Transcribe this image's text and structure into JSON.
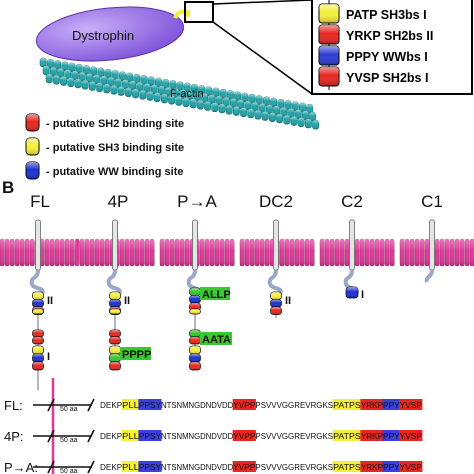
{
  "top": {
    "dystrophin_label": "Dystrophin",
    "factin_label": "F-actin",
    "inset_rows": [
      {
        "text": "PATP SH3bs I",
        "color": "#f5ef3a"
      },
      {
        "text": "YRKP SH2bs II",
        "color": "#e8261f"
      },
      {
        "text": "PPPY WWbs I",
        "color": "#2a3bd6"
      },
      {
        "text": "YVSP SH2bs I",
        "color": "#e8261f"
      }
    ]
  },
  "legend": [
    {
      "text": "- putative SH2 binding site",
      "color": "#e8261f"
    },
    {
      "text": "- putative SH3 binding site",
      "color": "#f5ef3a"
    },
    {
      "text": "- putative WW binding site",
      "color": "#1d2fd0"
    }
  ],
  "panel_b": {
    "letter": "B",
    "constructs": [
      "FL",
      "4P",
      "P→A",
      "DC2",
      "C2",
      "C1"
    ],
    "annotations": {
      "fl_top": "II",
      "fl_bottom": "I",
      "p4_top": "II",
      "p4_bottom": "PPPP",
      "pa_top": "ALLP",
      "pa_bottom": "AATA",
      "dc2_top": "II",
      "c2_top": "I"
    }
  },
  "sequences": {
    "rows": [
      {
        "label": "FL:",
        "skip": "50 aa"
      },
      {
        "label": "4P:",
        "skip": "50 aa"
      },
      {
        "label": "P→A:",
        "skip": "50 aa"
      }
    ],
    "segments": [
      {
        "t": "DEKP",
        "c": ""
      },
      {
        "t": "PLL",
        "c": "#f5ef3a"
      },
      {
        "t": "PPSY",
        "c": "#3b3fe0"
      },
      {
        "t": "NTSNMNGDNDVDD",
        "c": ""
      },
      {
        "t": "YVPP",
        "c": "#e8261f"
      },
      {
        "t": "PSVVVGGREVRGKS",
        "c": ""
      },
      {
        "t": "PATPS",
        "c": "#f5ef3a"
      },
      {
        "t": "YRKP",
        "c": "#e8261f"
      },
      {
        "t": "PPY",
        "c": "#3b3fe0"
      },
      {
        "t": "YVSP",
        "c": "#e8261f"
      }
    ]
  },
  "colors": {
    "sh2": "#e8261f",
    "sh3": "#f5ef3a",
    "ww": "#1d2fd0",
    "green": "#38c830",
    "membrane": "#e0399a",
    "actin": "#1fa3a8",
    "dystrophin": "#9b6fe6"
  }
}
